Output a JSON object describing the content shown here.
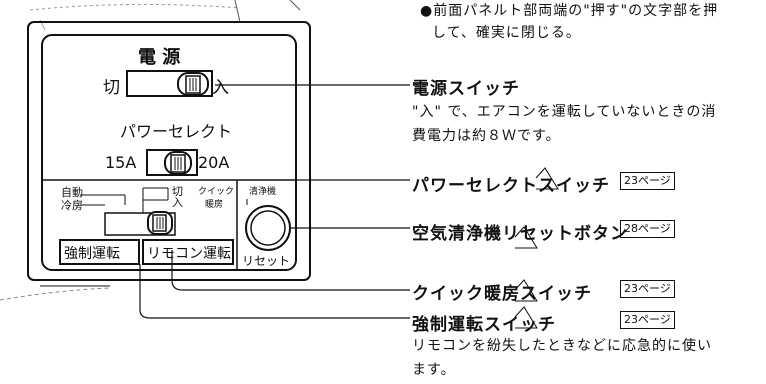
{
  "top_note": {
    "line1": "●前面パネルト部両端の\"押す\"の文字部を押",
    "line2": "して、確実に閉じる。"
  },
  "panel": {
    "power": {
      "title": "電 源",
      "off": "切",
      "on": "入"
    },
    "power_select": {
      "title": "パワーセレクト",
      "low": "15A",
      "high": "20A"
    },
    "lower_left": {
      "auto": "自動",
      "cool": "冷房",
      "off": "切",
      "on": "入",
      "quick_line1": "クイック",
      "quick_line2": "暖房"
    },
    "purifier_label": "清浄機",
    "force_run_button": "強制運転",
    "remote_run_button": "リモコン運転",
    "reset_label": "リセット"
  },
  "callouts": [
    {
      "label": "電源スイッチ",
      "page": "",
      "desc1": "\"入\" で、エアコンを運転していないときの消",
      "desc2": "費電力は約８Ｗです。"
    },
    {
      "label": "パワーセレクトスイッチ",
      "page": "23ページ"
    },
    {
      "label": "空気清浄機リセットボタン",
      "page": "28ページ"
    },
    {
      "label": "クイック暖房スイッチ",
      "page": "23ページ"
    },
    {
      "label": "強制運転スイッチ",
      "page": "23ページ",
      "desc1": "リモコンを紛失したときなどに応急的に使い",
      "desc2": "ます。"
    }
  ]
}
